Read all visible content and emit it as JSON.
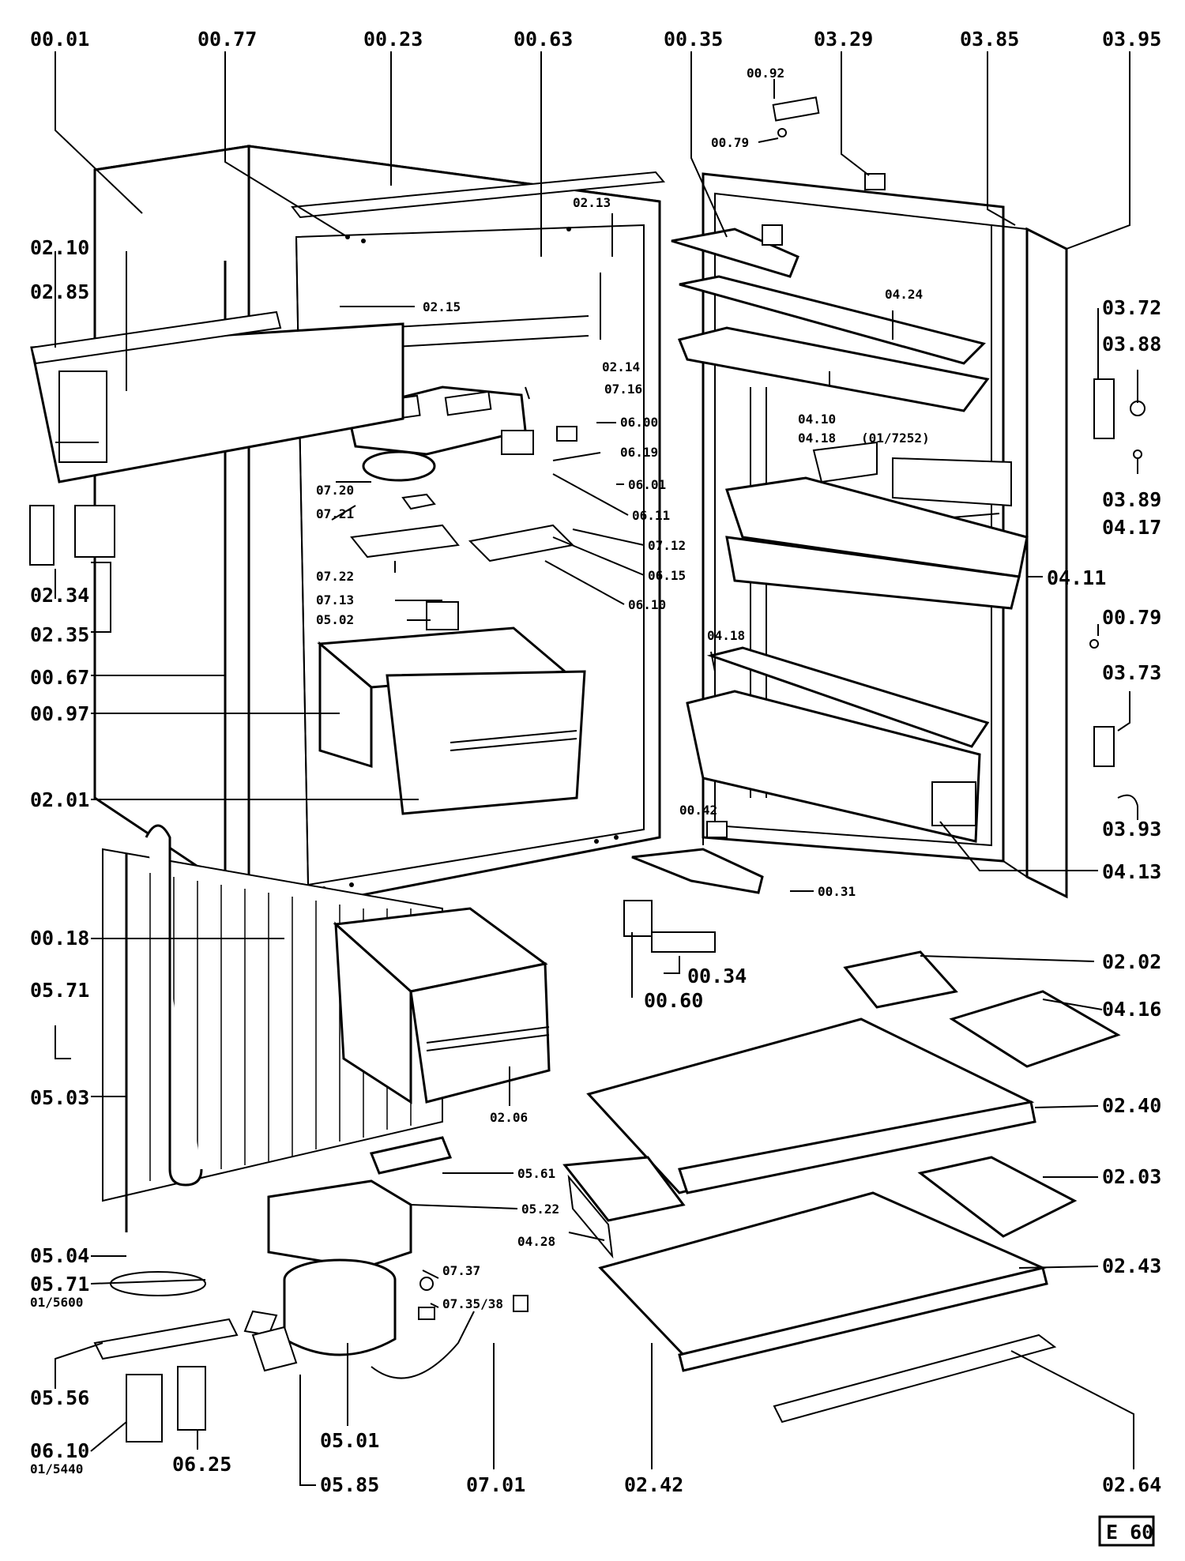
{
  "sheet": {
    "page_code": "E 60"
  },
  "labels": {
    "t1": "00.01",
    "t2": "00.77",
    "t3": "00.23",
    "t4": "00.63",
    "t5": "00.35",
    "t6": "03.29",
    "t7": "03.85",
    "t8": "03.95",
    "t9": "00.92",
    "t10": "00.79",
    "l1": "02.10",
    "l2": "02.85",
    "l3": "02.13",
    "l4": "02.15",
    "l5": "02.14",
    "l6": "07.16",
    "l7": "06.00",
    "l8": "06.19",
    "l9": "06.01",
    "l10": "06.11",
    "l11": "07.12",
    "l12": "06.15",
    "l13": "06.10",
    "l14": "07.20",
    "l15": "07.21",
    "l16": "07.22",
    "l17": "07.13",
    "l18": "05.02",
    "l19": "02.34",
    "l20": "02.35",
    "l21": "00.67",
    "l22": "00.97",
    "l23": "02.01",
    "r1": "04.24",
    "r2": "04.10",
    "r3": "04.18",
    "r3s": "(01/7252)",
    "r4": "04.17",
    "r5": "04.11",
    "r6": "04.18",
    "r7": "03.72",
    "r8": "03.88",
    "r9": "03.89",
    "r10": "00.79",
    "r11": "03.73",
    "r12": "03.93",
    "r13": "04.13",
    "m1": "00.42",
    "m2": "00.31",
    "m3": "00.34",
    "m4": "00.60",
    "b1": "00.18",
    "b2": "05.71",
    "b3": "05.03",
    "b4": "02.06",
    "b5": "05.61",
    "b6": "05.22",
    "b7": "04.28",
    "b8": "05.04",
    "b9": "05.71",
    "b9s": "01/5600",
    "b10": "07.37",
    "b11": "07.35/38",
    "b12": "05.56",
    "b13": "06.10",
    "b13s": "01/5440",
    "b14": "06.25",
    "b15": "05.01",
    "b16": "05.85",
    "b17": "07.01",
    "b18": "02.42",
    "b19": "02.64",
    "s1": "02.02",
    "s2": "04.16",
    "s3": "02.40",
    "s4": "02.03",
    "s5": "02.43"
  }
}
